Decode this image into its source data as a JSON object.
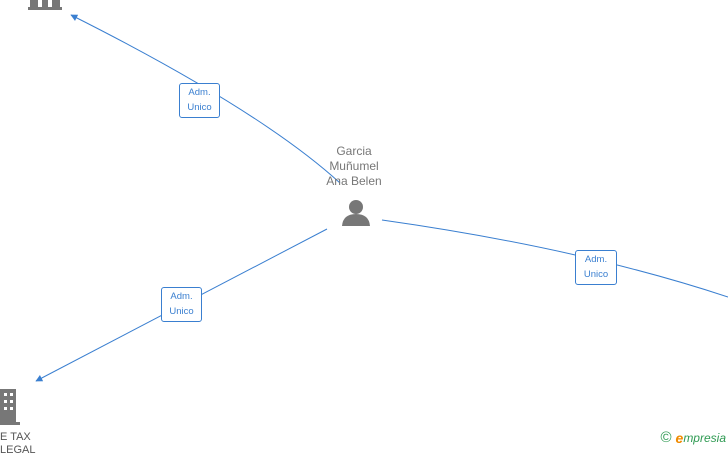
{
  "person": {
    "name_lines": [
      "Garcia",
      "Muñumel",
      "Ana Belen"
    ],
    "icon": "person-icon"
  },
  "relations": [
    {
      "line1": "Adm.",
      "line2": "Unico"
    },
    {
      "line1": "Adm.",
      "line2": "Unico"
    },
    {
      "line1": "Adm.",
      "line2": "Unico"
    }
  ],
  "companies": [
    {
      "icon": "building-icon",
      "label": ""
    },
    {
      "icon": "building-icon",
      "label_lines": [
        "E TAX",
        "LEGAL"
      ]
    }
  ],
  "watermark": {
    "copyright": "©",
    "brand_initial": "e",
    "brand_rest": "mpresia"
  },
  "colors": {
    "edge": "#3a7fd0",
    "node": "#777777",
    "brand_green": "#2e9a52",
    "brand_orange": "#f08a00"
  }
}
